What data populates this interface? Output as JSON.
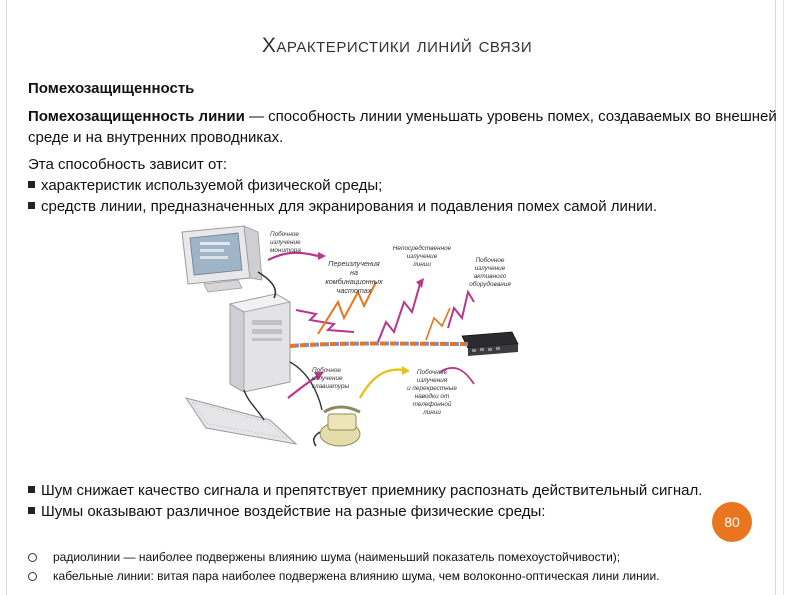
{
  "slide": {
    "title": "Характеристики линий связи",
    "subtitle": "Помехозащищенность",
    "para1_bold": "Помехозащищенность линии",
    "para1_rest": " — способность линии уменьшать уровень помех, создаваемых во внешней среде и на внутренних проводниках.",
    "para2_intro": "Эта способность зависит от:",
    "para2_bullets": [
      "характеристик используемой физической среды;",
      "средств линии, предназначенных для экранирования и подавления помех самой линии."
    ],
    "noise_bullets": [
      "Шум снижает качество сигнала и препятствует приемнику распознать действительный сигнал.",
      "Шумы оказывают различное воздействие на разные физические среды:"
    ],
    "sub_bullets": [
      "радиолинии — наиболее подвержены влиянию шума (наименьший показатель помехоустойчивости);",
      "кабельные линии: витая пара наиболее подвержена влиянию шума, чем волоконно-оптическая лини линии."
    ],
    "page_number": "80"
  },
  "diagram": {
    "labels": {
      "monitor": [
        "Побочное",
        "излучение",
        "монитора"
      ],
      "intermod": [
        "Переизлучения",
        "на",
        "комбинационных",
        "частотах"
      ],
      "direct": [
        "Непосредственное",
        "излучение",
        "линии"
      ],
      "active": [
        "Побочное",
        "излучение",
        "активного",
        "оборудования"
      ],
      "keyboard": [
        "Побочное",
        "излучение",
        "клавиатуры"
      ],
      "phone": [
        "Побочные",
        "излучения",
        "и перекрестные",
        "наводки от",
        "телефонной",
        "линии"
      ]
    },
    "colors": {
      "wave": "#b8378e",
      "wave_yellow": "#e8c21a",
      "orange": "#e9751e",
      "cable_a": "#e9751e",
      "cable_b": "#7a8fbf"
    }
  }
}
